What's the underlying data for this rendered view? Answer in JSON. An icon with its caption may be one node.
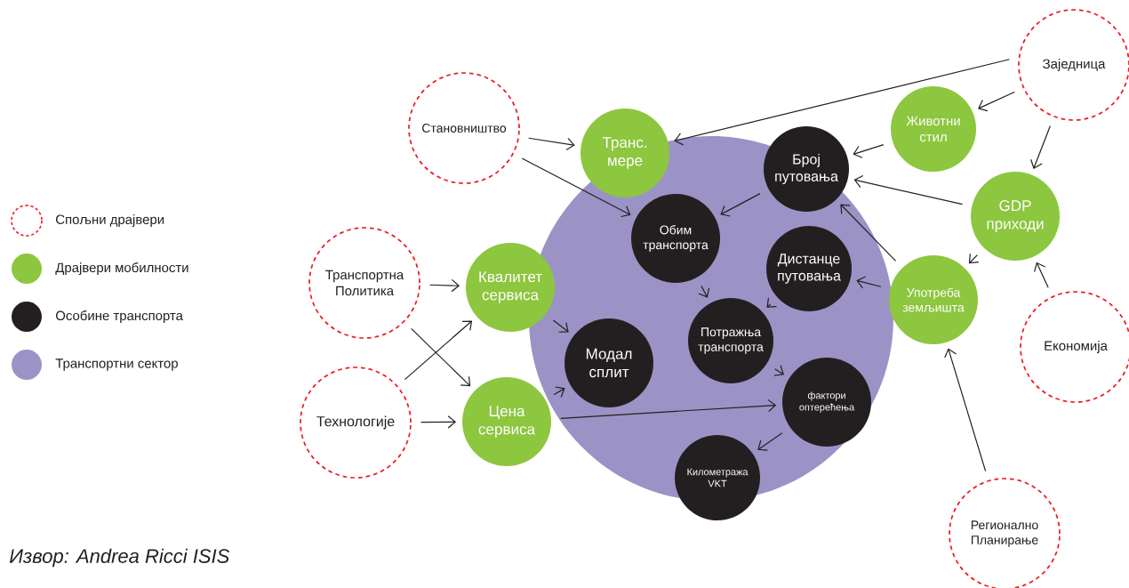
{
  "diagram": {
    "caption": "Извор: Andrea Ricci ISIS",
    "nodes": [
      {
        "text": [],
        "shape": "circle"
      },
      {
        "text": [
          "Заједница"
        ]
      },
      {
        "text": [
          "Становништво"
        ]
      },
      {
        "text": [
          "Транс. мере"
        ]
      },
      {
        "text": [
          "Животни стил"
        ]
      },
      {
        "text": [
          "Број путовања"
        ]
      },
      {
        "text": [
          "GDP приходи"
        ]
      },
      {
        "text": [
          "Обим транспорта"
        ],
        "in": 0
      },
      {
        "text": [
          "Транспортна Политика"
        ]
      },
      {
        "text": [
          "Квалитет сервиса"
        ]
      },
      {
        "text": [
          "Дистанце путовања"
        ],
        "in": 0
      },
      {
        "text": [
          "Употреба земљишта"
        ]
      },
      {
        "text": [
          "Потражња транспорта"
        ],
        "in": 0
      },
      {
        "text": [
          "Модал сплит"
        ],
        "in": 0
      },
      {
        "text": [
          "Економија"
        ]
      },
      {
        "text": [
          "Технологије"
        ]
      },
      {
        "text": [
          "Цена сервиса"
        ]
      },
      {
        "text": [
          "фактори оптерећења"
        ],
        "in": 0
      },
      {
        "text": [
          "Километража VKT"
        ]
      },
      {
        "text": [
          "Регионално Планирање"
        ]
      }
    ],
    "edges": [
      {
        "from": 1,
        "to": 3,
        "arrow": "to"
      },
      {
        "from": 1,
        "to": 4,
        "arrow": "to"
      },
      {
        "from": 1,
        "to": 6,
        "arrow": "to"
      },
      {
        "from": 2,
        "to": 3,
        "arrow": "to"
      },
      {
        "from": 2,
        "to": 7,
        "arrow": "to"
      },
      {
        "from": 4,
        "to": 5,
        "arrow": "to"
      },
      {
        "from": 6,
        "to": 5,
        "arrow": "to"
      },
      {
        "from": 5,
        "to": 7,
        "arrow": "to"
      },
      {
        "from": 6,
        "to": 11,
        "arrow": "to"
      },
      {
        "from": 11,
        "to": 5,
        "arrow": "to"
      },
      {
        "from": 11,
        "to": 10,
        "arrow": "to"
      },
      {
        "from": 7,
        "to": 12,
        "arrow": "to"
      },
      {
        "from": 10,
        "to": 12,
        "arrow": "to"
      },
      {
        "from": 8,
        "to": 9,
        "arrow": "to"
      },
      {
        "from": 8,
        "to": 16,
        "arrow": "to"
      },
      {
        "from": 15,
        "to": 9,
        "arrow": "to"
      },
      {
        "from": 15,
        "to": 16,
        "arrow": "to"
      },
      {
        "from": 9,
        "to": 13,
        "arrow": "to"
      },
      {
        "from": 16,
        "to": 13,
        "arrow": "to"
      },
      {
        "from": 16,
        "to": 17,
        "arrow": "to"
      },
      {
        "from": 12,
        "to": 17,
        "arrow": "to"
      },
      {
        "from": 17,
        "to": 18,
        "arrow": "to"
      },
      {
        "from": 14,
        "to": 6,
        "arrow": "to"
      },
      {
        "from": 19,
        "to": 11,
        "arrow": "to"
      }
    ],
    "legend": [
      {
        "text": "Спољни драјвери"
      },
      {
        "text": "Драјвери мобилности",
        "color": "#8dc63f"
      },
      {
        "text": "Особине транспорта",
        "color": "#231f20"
      },
      {
        "text": "Транспортни сектор",
        "color": "#9b93c6"
      }
    ]
  }
}
